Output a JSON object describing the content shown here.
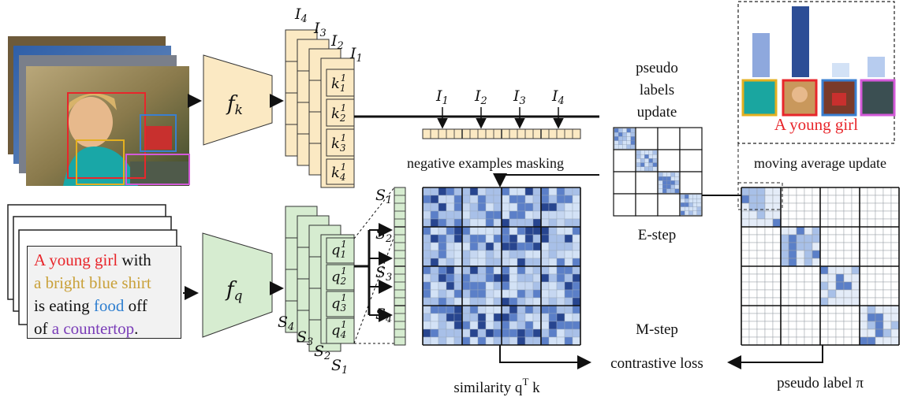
{
  "caption": {
    "p1": "A young girl",
    "p2": " with",
    "p3": "a bright blue shirt",
    "p4": "is eating ",
    "p5": "food",
    "p6": " off",
    "p7": "of ",
    "p8": "a countertop",
    "p9": "."
  },
  "encoders": {
    "fk": "f",
    "fk_sub": "k",
    "fq": "f",
    "fq_sub": "q"
  },
  "image_feats": {
    "I4": "I4",
    "I3": "I3",
    "I2": "I2",
    "I1": "I1"
  },
  "key_labels": [
    "k",
    "k",
    "k",
    "k"
  ],
  "query_labels": [
    "q",
    "q",
    "q",
    "q"
  ],
  "text_feats": [
    "S4",
    "S3",
    "S2",
    "S1"
  ],
  "s_labels": [
    "S1",
    "S2",
    "S3",
    "S4"
  ],
  "labels": {
    "neg_mask": "negative examples masking",
    "pseudo_update_1": "pseudo",
    "pseudo_update_2": "labels",
    "pseudo_update_3": "update",
    "e_step": "E-step",
    "m_step": "M-step",
    "contrastive": "contrastive loss",
    "moving_avg": "moving average update",
    "similarity": "similarity q",
    "similarity_sup": "T",
    "similarity_k": " k",
    "pseudo_label": "pseudo label π",
    "young_girl": "A young girl"
  },
  "colors": {
    "key_fill": "#fbe9c3",
    "query_fill": "#d6ecd0",
    "encoder_k": "#fbe9c3",
    "encoder_q": "#d6ecd0",
    "dark_blue": "#27458f",
    "mid_blue": "#5b7fc8",
    "light_blue": "#a8c0e8",
    "pale_blue": "#d3e2f6"
  }
}
